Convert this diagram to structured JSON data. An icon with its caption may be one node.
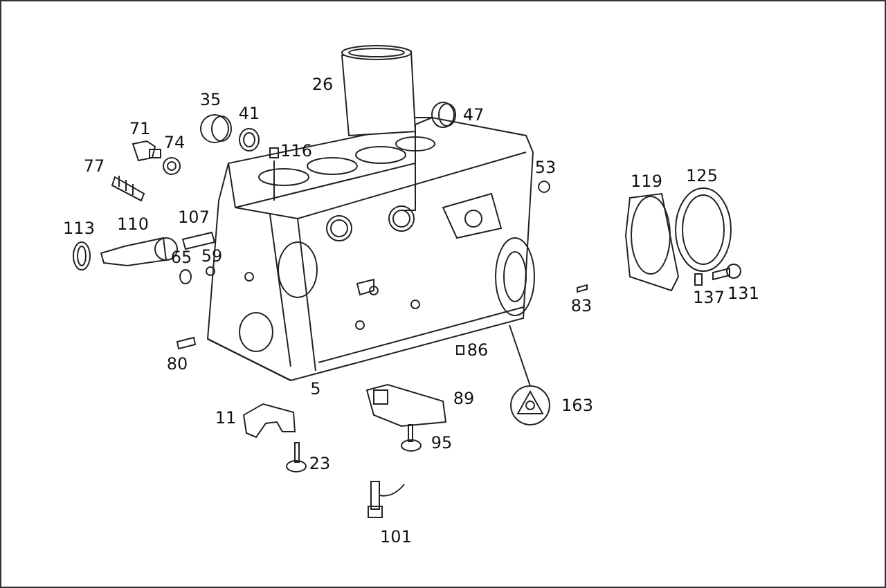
{
  "diagram": {
    "labels": [
      "26",
      "35",
      "41",
      "47",
      "71",
      "74",
      "116",
      "77",
      "53",
      "125",
      "119",
      "107",
      "110",
      "113",
      "65",
      "59",
      "131",
      "137",
      "83",
      "86",
      "80",
      "5",
      "89",
      "163",
      "11",
      "95",
      "23",
      "101"
    ]
  }
}
